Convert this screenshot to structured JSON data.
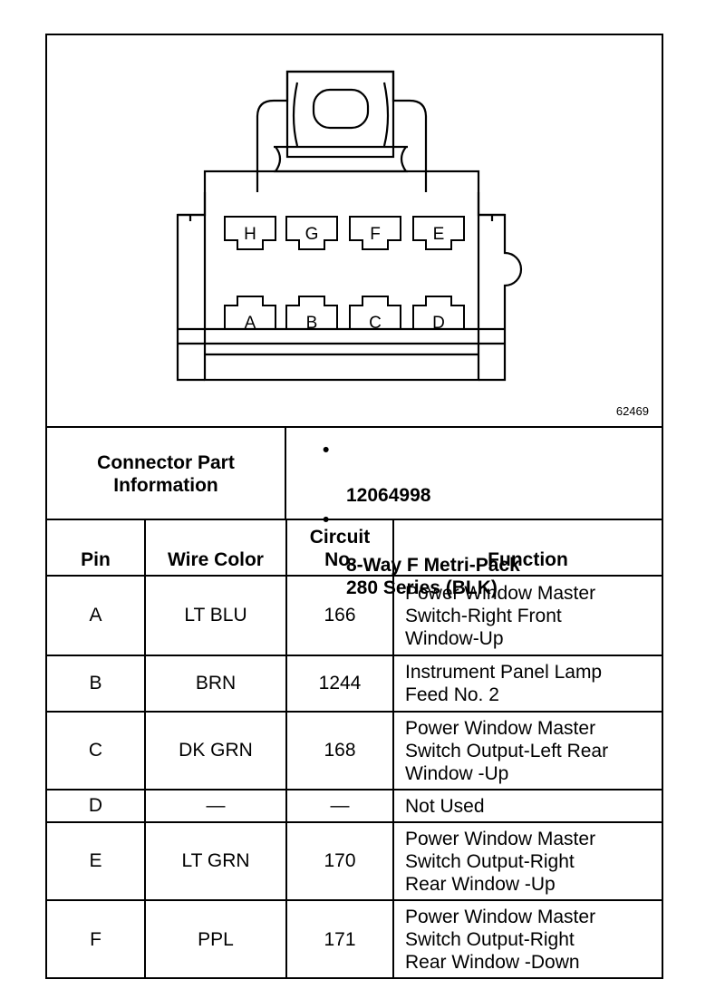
{
  "figure_id": "62469",
  "connector": {
    "top_row": [
      "H",
      "G",
      "F",
      "E"
    ],
    "bottom_row": [
      "A",
      "B",
      "C",
      "D"
    ]
  },
  "info": {
    "label": "Connector Part\nInformation",
    "values": [
      "12064998",
      "8-Way F Metri-Pack\n280 Series (BLK)"
    ],
    "bullet": "•"
  },
  "table": {
    "headers": {
      "pin": "Pin",
      "wire_color": "Wire Color",
      "circuit": "Circuit\nNo.",
      "function": "Function"
    },
    "rows": [
      {
        "pin": "A",
        "wire_color": "LT  BLU",
        "circuit": "166",
        "function": "Power Window Master\nSwitch-Right Front\nWindow-Up"
      },
      {
        "pin": "B",
        "wire_color": "BRN",
        "circuit": "1244",
        "function": "Instrument Panel Lamp\nFeed No. 2"
      },
      {
        "pin": "C",
        "wire_color": "DK GRN",
        "circuit": "168",
        "function": "Power Window Master\nSwitch Output-Left Rear\nWindow -Up"
      },
      {
        "pin": "D",
        "wire_color": "—",
        "circuit": "—",
        "function": "Not Used"
      },
      {
        "pin": "E",
        "wire_color": "LT GRN",
        "circuit": "170",
        "function": "Power Window Master\nSwitch Output-Right\nRear Window -Up"
      },
      {
        "pin": "F",
        "wire_color": "PPL",
        "circuit": "171",
        "function": "Power Window Master\nSwitch Output-Right\nRear Window -Down"
      }
    ]
  }
}
